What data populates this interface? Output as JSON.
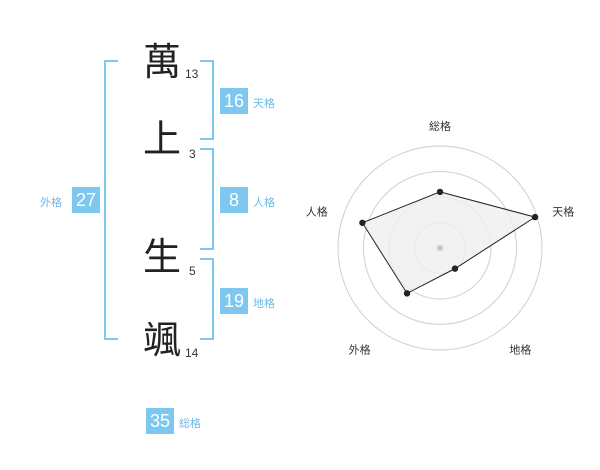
{
  "name_chars": [
    {
      "char": "萬",
      "strokes": "13"
    },
    {
      "char": "上",
      "strokes": "3"
    },
    {
      "char": "生",
      "strokes": "5"
    },
    {
      "char": "颯",
      "strokes": "14"
    }
  ],
  "fortunes": {
    "tenkaku": {
      "value": "16",
      "label": "天格"
    },
    "jinkaku": {
      "value": "8",
      "label": "人格"
    },
    "chikaku": {
      "value": "19",
      "label": "地格"
    },
    "gaikaku": {
      "value": "27",
      "label": "外格"
    },
    "soukaku": {
      "value": "35",
      "label": "総格"
    }
  },
  "chart_data": {
    "type": "radar",
    "axes": [
      "総格",
      "天格",
      "地格",
      "外格",
      "人格"
    ],
    "values": [
      0.55,
      0.98,
      0.25,
      0.55,
      0.8
    ],
    "max": 1,
    "rings": 4,
    "colors": {
      "fill": "#efefef",
      "stroke": "#222222",
      "grid": "#d0d0d0"
    }
  }
}
